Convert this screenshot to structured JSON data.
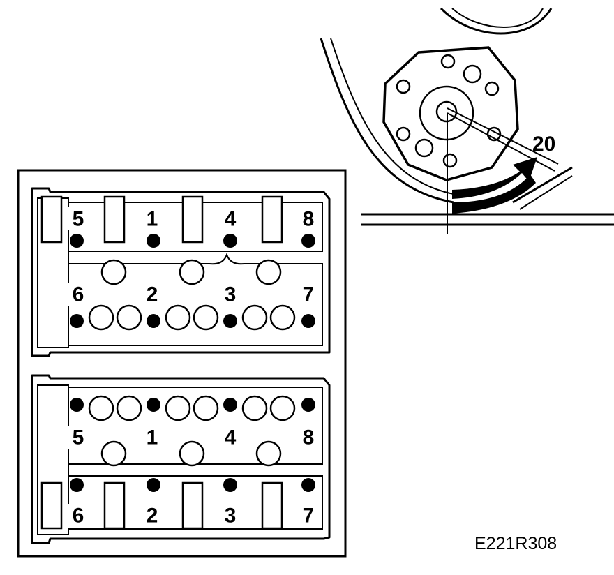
{
  "detail": {
    "angle_label": "20"
  },
  "heads": {
    "top": {
      "upper_row": [
        "5",
        "1",
        "4",
        "8"
      ],
      "lower_row": [
        "6",
        "2",
        "3",
        "7"
      ]
    },
    "bottom": {
      "upper_row": [
        "5",
        "1",
        "4",
        "8"
      ],
      "lower_row": [
        "6",
        "2",
        "3",
        "7"
      ]
    }
  },
  "figure_ref": "E221R308"
}
